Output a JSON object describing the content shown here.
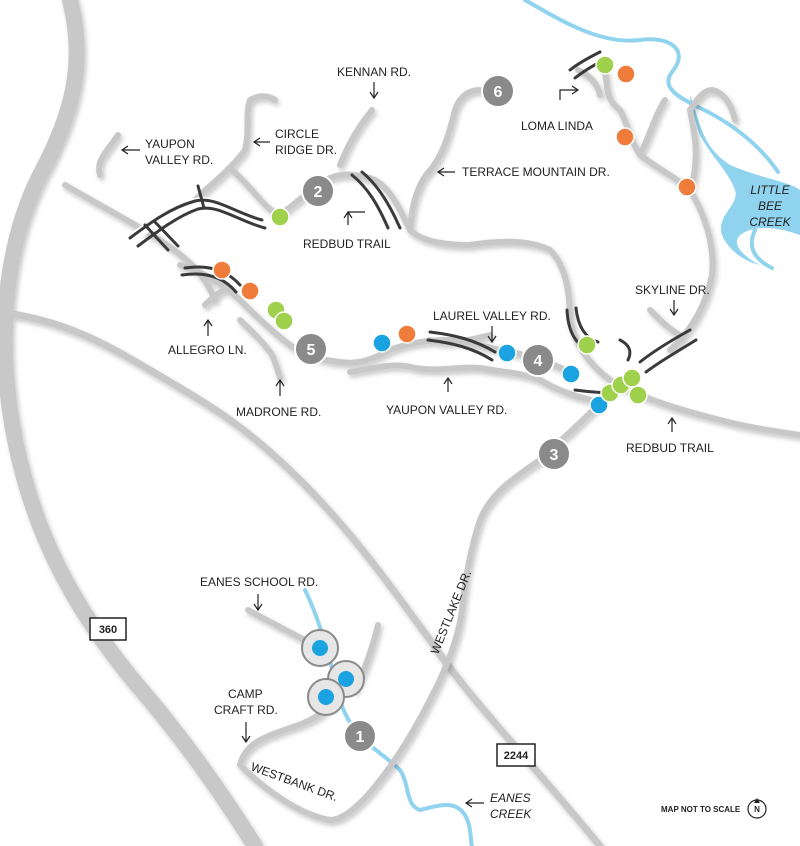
{
  "colors": {
    "road": "#c8c8c8",
    "highway": "#c4c4c4",
    "water": "#8fd3ef",
    "trail_dark": "#3a3a3a",
    "stop_gray": "#8a8a8a",
    "dot_green": "#9fd14d",
    "dot_orange": "#f07c3c",
    "dot_blue": "#1aa3e0"
  },
  "highways": {
    "h360": "360",
    "h2244": "2244"
  },
  "stops": [
    "1",
    "2",
    "3",
    "4",
    "5",
    "6"
  ],
  "labels": {
    "kennan": "KENNAN RD.",
    "yaupon_valley_top_1": "YAUPON",
    "yaupon_valley_top_2": "VALLEY RD.",
    "circle_ridge_1": "CIRCLE",
    "circle_ridge_2": "RIDGE DR.",
    "redbud_trail_top": "REDBUD TRAIL",
    "terrace_mountain": "TERRACE MOUNTAIN DR.",
    "loma_linda": "LOMA LINDA",
    "little_bee_1": "LITTLE",
    "little_bee_2": "BEE",
    "little_bee_3": "CREEK",
    "skyline": "SKYLINE DR.",
    "laurel_valley": "LAUREL VALLEY RD.",
    "allegro": "ALLEGRO LN.",
    "madrone": "MADRONE RD.",
    "yaupon_valley_mid": "YAUPON VALLEY RD.",
    "redbud_trail_bottom": "REDBUD TRAIL",
    "eanes_school": "EANES SCHOOL RD.",
    "camp_craft_1": "CAMP",
    "camp_craft_2": "CRAFT RD.",
    "westbank": "WESTBANK DR.",
    "westlake": "WESTLAKE DR.",
    "eanes_creek_1": "EANES",
    "eanes_creek_2": "CREEK",
    "not_to_scale": "MAP NOT TO SCALE",
    "north": "N"
  }
}
